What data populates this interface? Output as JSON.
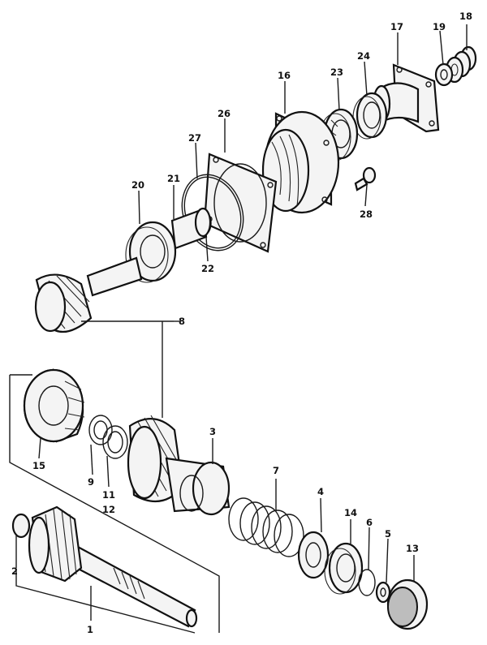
{
  "callouts": [
    {
      "id": "18",
      "text": "18"
    },
    {
      "id": "17",
      "text": "17"
    },
    {
      "id": "19",
      "text": "19"
    },
    {
      "id": "24",
      "text": "24"
    },
    {
      "id": "23",
      "text": "23"
    },
    {
      "id": "16",
      "text": "16"
    },
    {
      "id": "26",
      "text": "26"
    },
    {
      "id": "27",
      "text": "27"
    },
    {
      "id": "20",
      "text": "20"
    },
    {
      "id": "21",
      "text": "21"
    },
    {
      "id": "22",
      "text": "22"
    },
    {
      "id": "28",
      "text": "28"
    },
    {
      "id": "8",
      "text": "8"
    },
    {
      "id": "3",
      "text": "3"
    },
    {
      "id": "15",
      "text": "15"
    },
    {
      "id": "9",
      "text": "9"
    },
    {
      "id": "11",
      "text": "11"
    },
    {
      "id": "12",
      "text": "12"
    },
    {
      "id": "7",
      "text": "7"
    },
    {
      "id": "4",
      "text": "4"
    },
    {
      "id": "14",
      "text": "14"
    },
    {
      "id": "6",
      "text": "6"
    },
    {
      "id": "5",
      "text": "5"
    },
    {
      "id": "13",
      "text": "13"
    },
    {
      "id": "2",
      "text": "2"
    },
    {
      "id": "1",
      "text": "1"
    }
  ]
}
